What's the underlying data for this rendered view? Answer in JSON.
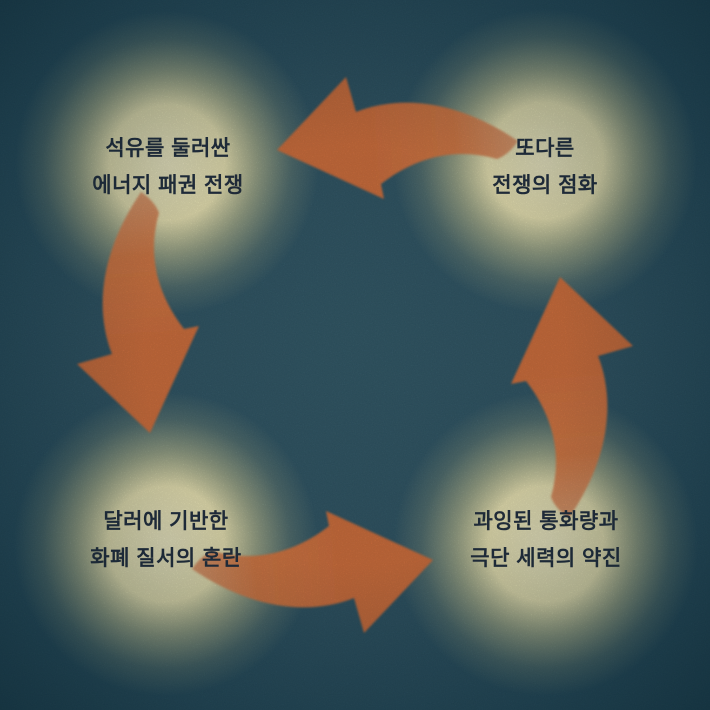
{
  "diagram": {
    "type": "cycle",
    "direction": "counterclockwise",
    "nodes": [
      {
        "id": "top-left",
        "lines": [
          "석유를 둘러싼",
          "에너지 패권 전쟁"
        ]
      },
      {
        "id": "top-right",
        "lines": [
          "또다른",
          "전쟁의 점화"
        ]
      },
      {
        "id": "bottom-left",
        "lines": [
          "달러에 기반한",
          "화폐 질서의 혼란"
        ]
      },
      {
        "id": "bottom-right",
        "lines": [
          "과잉된 통화량과",
          "극단 세력의 약진"
        ]
      }
    ],
    "arrows": [
      {
        "id": "top",
        "from": "top-right",
        "to": "top-left",
        "points": "left"
      },
      {
        "id": "left",
        "from": "top-left",
        "to": "bottom-left",
        "points": "down"
      },
      {
        "id": "bottom",
        "from": "bottom-left",
        "to": "bottom-right",
        "points": "right"
      },
      {
        "id": "right",
        "from": "bottom-right",
        "to": "top-right",
        "points": "up"
      }
    ]
  },
  "colors": {
    "background": "#2a5162",
    "glow": "#f3eec6",
    "arrow": "#d2713d",
    "arrow_light": "#e09a6c",
    "text": "#1f2a38"
  }
}
